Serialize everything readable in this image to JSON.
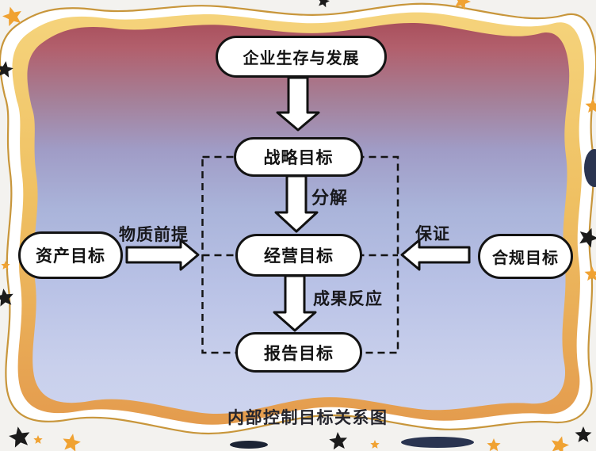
{
  "diagram": {
    "title": "内部控制目标关系图",
    "nodes": {
      "root": "企业生存与发展",
      "strategic": "战略目标",
      "operation": "经营目标",
      "report": "报告目标",
      "asset": "资产目标",
      "compliance": "合规目标"
    },
    "edges": {
      "decompose": "分解",
      "result_feedback": "成果反应",
      "material_premise": "物质前提",
      "guarantee": "保证"
    }
  },
  "frame": {
    "outer_bg": "#f3f2ef",
    "band_gold_light": "#f6d67f",
    "band_gold_dark": "#e2954a",
    "band_outline": "#c8963b",
    "gradient_top": "#a24551",
    "gradient_bottom": "#ced5ef",
    "star_orange": "#f0a232",
    "star_black": "#1b1b1b",
    "navy_accent": "#2a3450"
  }
}
